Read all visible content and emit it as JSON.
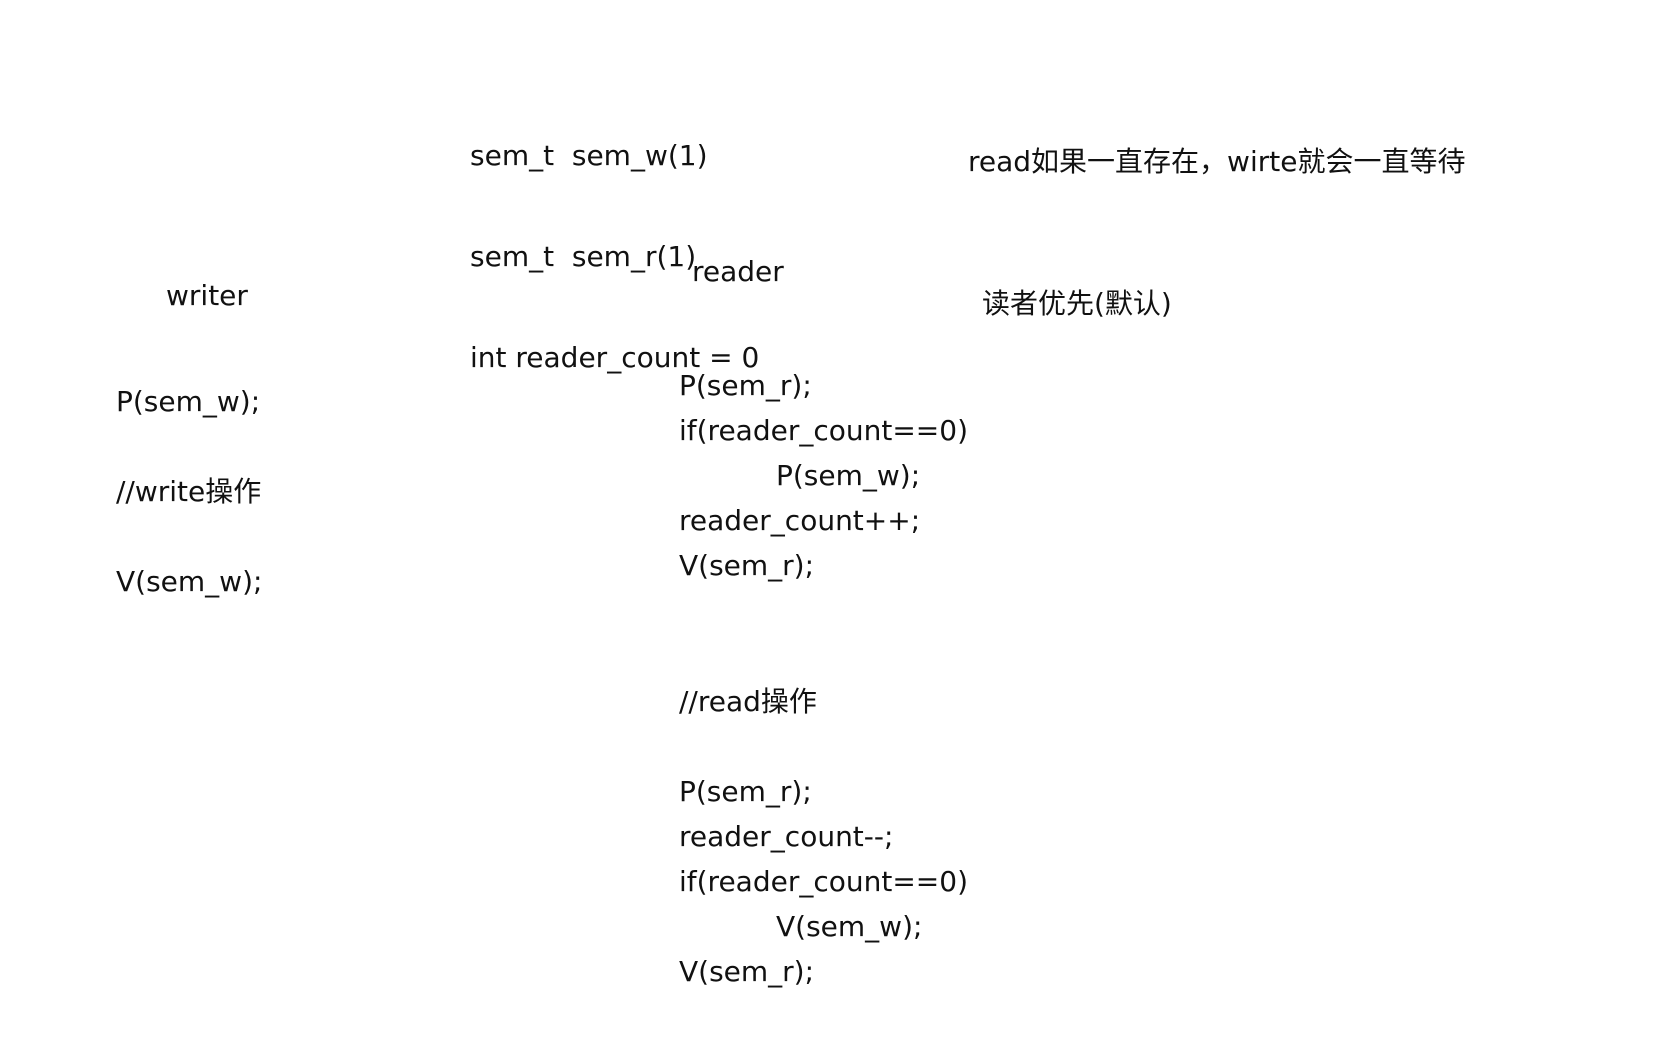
{
  "globals": {
    "lines": [
      "sem_t  sem_w(1)",
      "sem_t  sem_r(1)",
      "int reader_count = 0"
    ]
  },
  "notes": {
    "main": "read如果一直存在，wirte就会一直等待",
    "priority": "读者优先(默认)"
  },
  "writer": {
    "title": "writer",
    "lines": [
      "P(sem_w);",
      "//write操作",
      "V(sem_w);"
    ]
  },
  "reader": {
    "title": "reader",
    "lines": [
      "P(sem_r);",
      "if(reader_count==0)",
      "P(sem_w);",
      "reader_count++;",
      "V(sem_r);",
      "//read操作",
      "P(sem_r);",
      "reader_count--;",
      "if(reader_count==0)",
      "V(sem_w);",
      "V(sem_r);"
    ]
  }
}
